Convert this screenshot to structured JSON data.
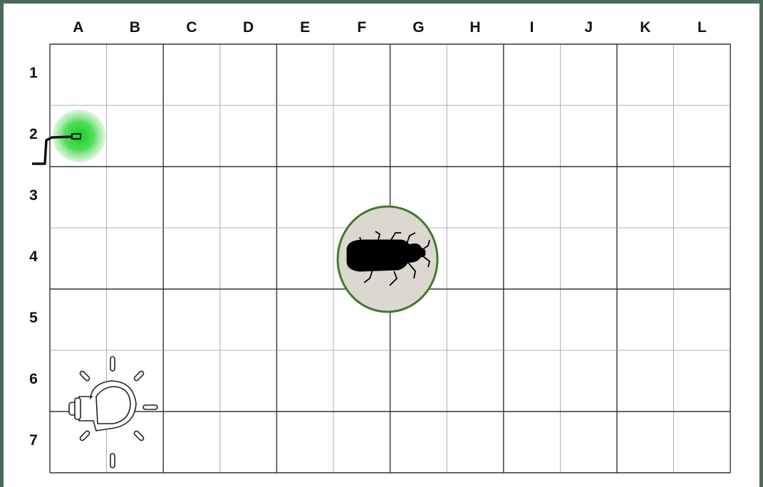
{
  "board": {
    "columns": [
      "A",
      "B",
      "C",
      "D",
      "E",
      "F",
      "G",
      "H",
      "I",
      "J",
      "K",
      "L"
    ],
    "rows": [
      "1",
      "2",
      "3",
      "4",
      "5",
      "6",
      "7"
    ]
  },
  "pieces": [
    {
      "name": "firefly-glow-icon",
      "icon": "green-glow-with-hook",
      "cell": "A2",
      "color": "#22cc33"
    },
    {
      "name": "beetle-icon",
      "icon": "beetle-silhouette",
      "cell": "F4-G4",
      "color": "#000000",
      "bg": "#ddd8cf",
      "border": "#3f7a2e"
    },
    {
      "name": "lightbulb-icon",
      "icon": "light-bulb-outline",
      "cell": "A6-B7",
      "color": "#222222"
    }
  ]
}
